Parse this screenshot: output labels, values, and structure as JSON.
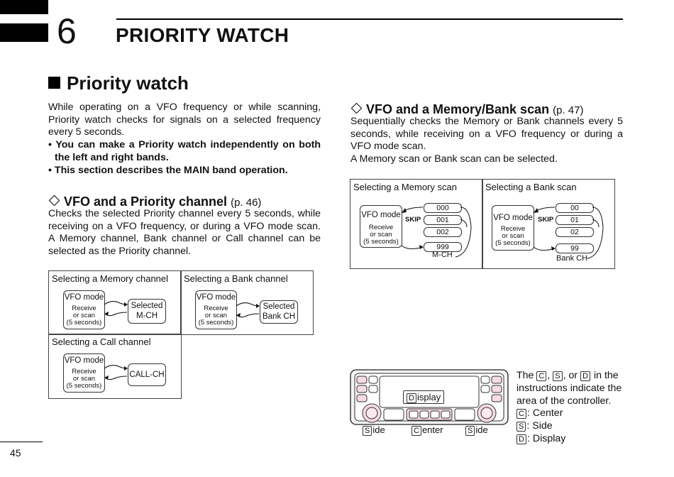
{
  "header": {
    "chapter_number": "6",
    "chapter_title": "PRIORITY WATCH"
  },
  "section": {
    "title": "Priority watch",
    "intro": "While operating on a VFO frequency or while scanning, Priority watch checks for signals on a selected frequency every 5 seconds.",
    "bullet1": "• You can make a Priority watch independently on both the left and right bands.",
    "bullet2": "• This section describes the MAIN band operation."
  },
  "vfo_priority": {
    "heading": "VFO and a Priority channel",
    "ref": "(p. 46)",
    "body": "Checks the selected Priority channel every 5 seconds, while receiving on a VFO frequency, or during a VFO mode scan. A Memory channel, Bank channel or Call channel can be selected as the Priority channel."
  },
  "vfo_memory_bank": {
    "heading": "VFO and a Memory/Bank scan",
    "ref": "(p. 47)",
    "body1": "Sequentially checks the Memory or Bank channels every 5 seconds, while receiving on a VFO frequency or during a VFO mode scan.",
    "body2": "A Memory scan or Bank scan can be selected."
  },
  "diagram_left": {
    "memory_title": "Selecting a Memory channel",
    "bank_title": "Selecting a Bank channel",
    "call_title": "Selecting a Call channel",
    "vfo_mode": "VFO mode",
    "receive1": "Receive",
    "receive2": "or scan",
    "receive3": "(5 seconds)",
    "selected_mch1": "Selected",
    "selected_mch2": "M-CH",
    "selected_bank1": "Selected",
    "selected_bank2": "Bank CH",
    "call_ch": "CALL-CH"
  },
  "diagram_right": {
    "memory_scan_title": "Selecting a Memory scan",
    "bank_scan_title": "Selecting a Bank scan",
    "vfo_mode": "VFO mode",
    "receive1": "Receive",
    "receive2": "or scan",
    "receive3": "(5 seconds)",
    "skip": "SKIP",
    "mch": [
      "000",
      "001",
      "002",
      "999"
    ],
    "mch_label": "M-CH",
    "bank": [
      "00",
      "01",
      "02",
      "99"
    ],
    "bank_label": "Bank CH"
  },
  "controller": {
    "display_key": "D",
    "display_rest": "isplay",
    "side_key": "S",
    "side_rest": "ide",
    "center_key": "C",
    "center_rest": "enter",
    "note_pre": "The",
    "note_c": "C",
    "note_s": "S",
    "note_d": "D",
    "note_or": "or",
    "note_tail": "in the",
    "note_line2": "instructions indicate the",
    "note_line3": "area of the controller.",
    "legend_c": ": Center",
    "legend_s": ": Side",
    "legend_d": ": Display"
  },
  "footer": {
    "page_number": "45"
  }
}
